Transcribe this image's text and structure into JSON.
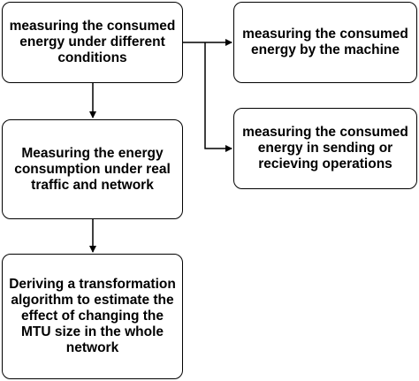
{
  "nodes": {
    "n1": "measuring the consumed energy under different conditions",
    "n2": "measuring the consumed energy by the machine",
    "n3": "Measuring the energy consumption under real traffic and network",
    "n4": "measuring the consumed energy in sending or recieving operations",
    "n5": "Deriving a transformation algorithm to estimate the effect of changing the MTU size in the whole network"
  },
  "edges": [
    {
      "from": "n1",
      "to": "n2"
    },
    {
      "from": "n1",
      "to": "n4"
    },
    {
      "from": "n1",
      "to": "n3"
    },
    {
      "from": "n3",
      "to": "n5"
    }
  ],
  "colors": {
    "stroke": "#000000",
    "fill": "#ffffff",
    "text": "#000000"
  }
}
